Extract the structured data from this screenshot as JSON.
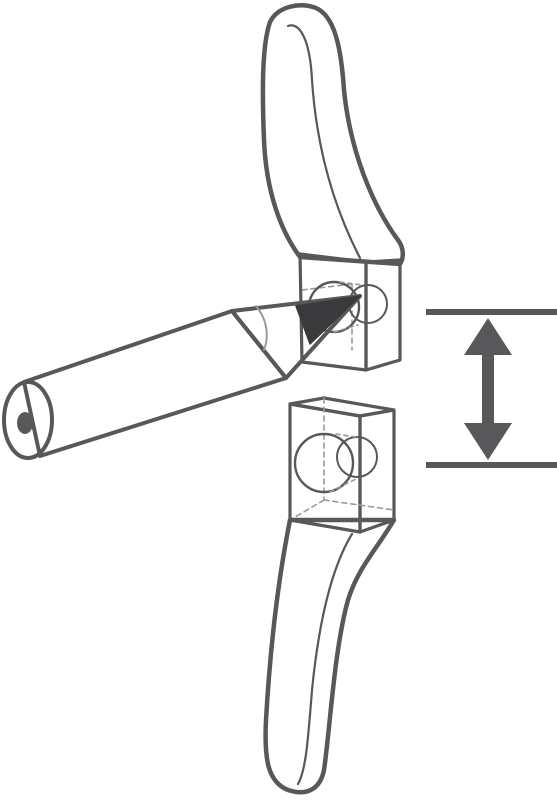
{
  "illustration": {
    "colors": {
      "outline": "#58585a",
      "fill": "#ffffff",
      "inner_line": "#9a9a9c",
      "accent": "#58585a",
      "pencil_tip": "#3a3a3c"
    },
    "parts": [
      {
        "id": "upper-handle",
        "icon": "handle-icon"
      },
      {
        "id": "upper-block",
        "icon": "cube-icon"
      },
      {
        "id": "pencil",
        "icon": "pencil-icon"
      },
      {
        "id": "lower-block",
        "icon": "cube-icon"
      },
      {
        "id": "lower-handle",
        "icon": "handle-icon"
      },
      {
        "id": "gap-dimension",
        "icon": "double-arrow-icon"
      }
    ]
  }
}
